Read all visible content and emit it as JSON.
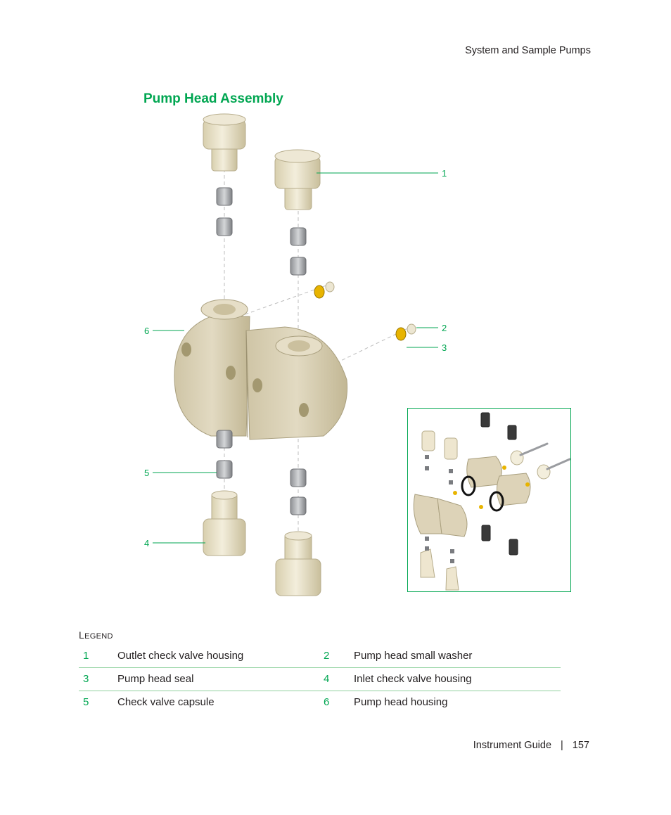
{
  "header": {
    "running_title": "System and Sample Pumps"
  },
  "section": {
    "title": "Pump Head Assembly"
  },
  "figure": {
    "callouts": [
      "1",
      "2",
      "3",
      "4",
      "5",
      "6"
    ],
    "arrow_color": "#00a651",
    "part_colors": {
      "housing": "#ddd3b8",
      "housing_shade": "#c4b998",
      "capsule": "#a7a9ac",
      "seal": "#e8b400",
      "washer": "#ece6d2"
    }
  },
  "legend": {
    "heading_first": "L",
    "heading_rest": "EGEND",
    "rows": [
      [
        {
          "num": "1",
          "label": "Outlet check valve housing"
        },
        {
          "num": "2",
          "label": "Pump head small washer"
        }
      ],
      [
        {
          "num": "3",
          "label": "Pump head seal"
        },
        {
          "num": "4",
          "label": "Inlet check valve housing"
        }
      ],
      [
        {
          "num": "5",
          "label": "Check valve capsule"
        },
        {
          "num": "6",
          "label": "Pump head housing"
        }
      ]
    ]
  },
  "footer": {
    "guide": "Instrument Guide",
    "separator": "|",
    "page": "157"
  }
}
